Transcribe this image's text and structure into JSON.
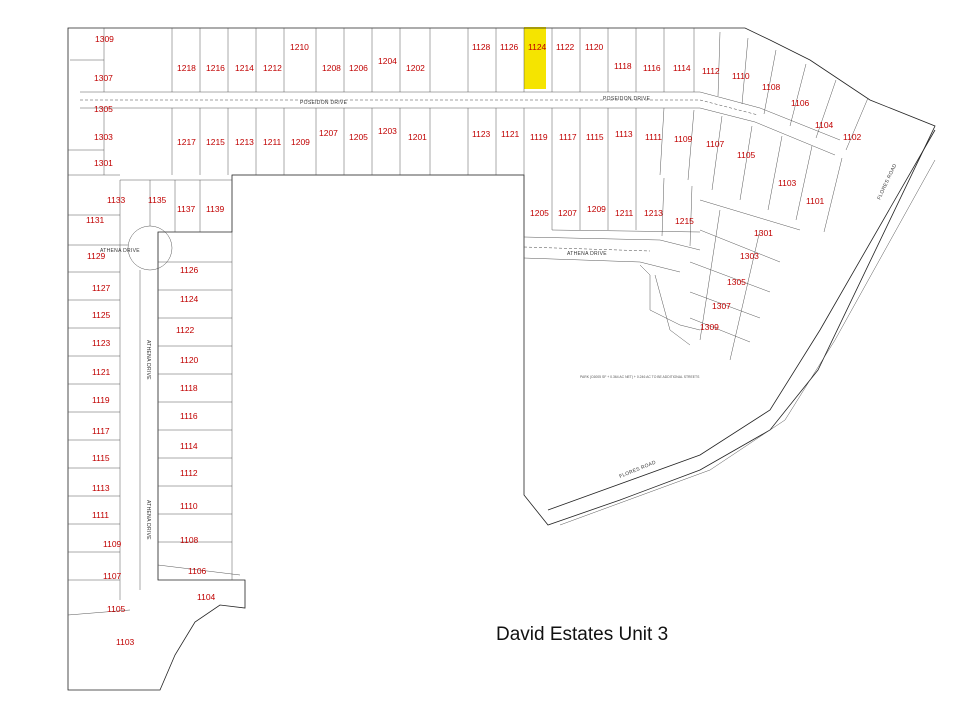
{
  "title": "David Estates Unit 3",
  "highlight_color": "#f5e400",
  "lot_number_color": "#c00000",
  "streets": {
    "poseidon_1": "POSEIDON DRIVE",
    "poseidon_2": "POSEIDON DRIVE",
    "athena_1": "ATHENA DRIVE",
    "athena_2": "ATHENA DRIVE",
    "athena_3": "ATHENA DRIVE",
    "athena_4": "ATHENA DRIVE",
    "flores_1": "FLORES ROAD",
    "flores_2": "FLORES ROAD"
  },
  "highlighted_lot": "1124",
  "lots": {
    "top_north": [
      "1309",
      "1218",
      "1216",
      "1214",
      "1212",
      "1210",
      "1208",
      "1206",
      "1204",
      "1202",
      "1128",
      "1126",
      "1124",
      "1122",
      "1120",
      "1118",
      "1116",
      "1114",
      "1112",
      "1110",
      "1108",
      "1106",
      "1104",
      "1102"
    ],
    "top_south": [
      "1307",
      "1305",
      "1303",
      "1301",
      "1217",
      "1215",
      "1213",
      "1211",
      "1209",
      "1207",
      "1205",
      "1203",
      "1201",
      "1123",
      "1121",
      "1119",
      "1117",
      "1115",
      "1113",
      "1111",
      "1109",
      "1107",
      "1105",
      "1103",
      "1101"
    ],
    "mid": [
      "1133",
      "1135",
      "1137",
      "1139",
      "1205",
      "1207",
      "1209",
      "1211",
      "1213",
      "1215",
      "1301",
      "1303",
      "1305",
      "1307",
      "1309"
    ],
    "west_outer": [
      "1131",
      "1129",
      "1127",
      "1125",
      "1123",
      "1121",
      "1119",
      "1117",
      "1115",
      "1113",
      "1111",
      "1109",
      "1107",
      "1105",
      "1103"
    ],
    "west_inner": [
      "1126",
      "1124",
      "1122",
      "1120",
      "1118",
      "1116",
      "1114",
      "1112",
      "1110",
      "1108",
      "1106",
      "1104"
    ]
  },
  "parcel_note": "PARK (C6005 SF + 0.364 AC NET) + 0.246 AC TO BE ADDITIONAL STREETS"
}
